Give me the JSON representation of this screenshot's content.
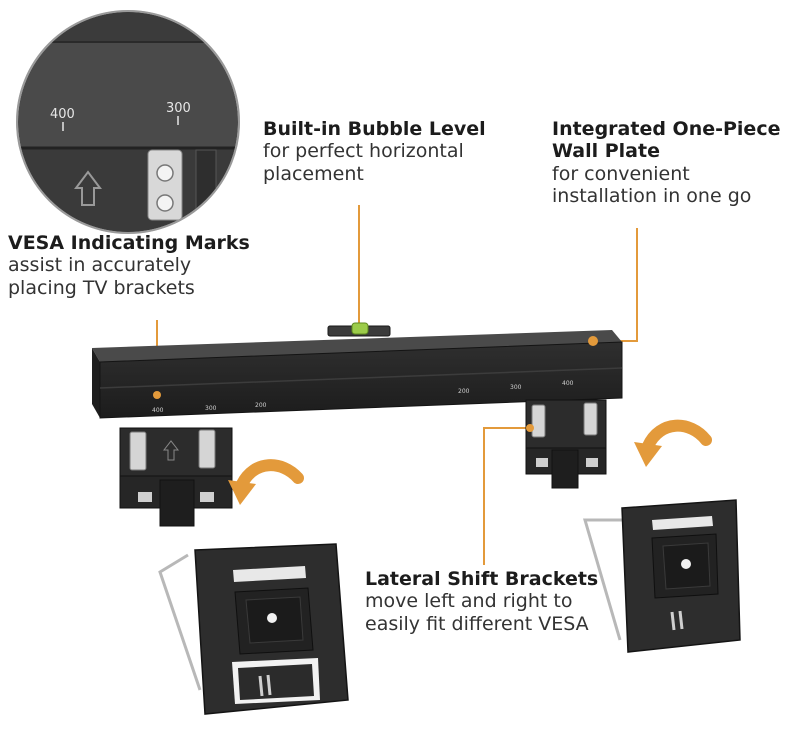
{
  "callouts": {
    "bubble_level": {
      "title": "Built-in Bubble Level",
      "lines": [
        "for perfect horizontal",
        "placement"
      ]
    },
    "wall_plate": {
      "title_lines": [
        "Integrated One-Piece",
        "Wall Plate"
      ],
      "lines": [
        "for convenient",
        "installation in one go"
      ]
    },
    "vesa_marks": {
      "title": "VESA Indicating Marks",
      "lines": [
        "assist in accurately",
        "placing TV brackets"
      ]
    },
    "lateral_shift": {
      "title": "Lateral Shift Brackets",
      "lines": [
        "move left and right to",
        "easily fit different VESA"
      ]
    }
  },
  "zoom_marks": [
    "400",
    "300"
  ],
  "plate_marks_left": [
    "400",
    "300",
    "200"
  ],
  "plate_marks_right": [
    "200",
    "300",
    "400"
  ],
  "colors": {
    "accent": "#e39a3b",
    "product": "#2b2b2b",
    "product_edge": "#161616"
  },
  "icons": [
    "bubble-level-icon",
    "up-arrow-icon",
    "rotate-arrow-icon"
  ]
}
